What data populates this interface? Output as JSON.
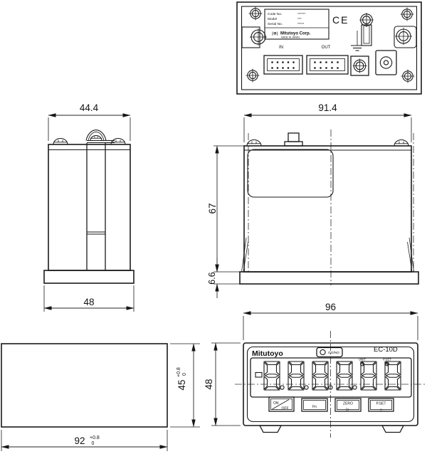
{
  "colors": {
    "background": "#ffffff",
    "line": "#1a1a1a",
    "dim_line": "#262626"
  },
  "back_view": {
    "label_plate": {
      "rows": [
        {
          "name": "Code No.",
          "value": "******"
        },
        {
          "name": "Model",
          "value": "***"
        },
        {
          "name": "Serial No.",
          "value": "*****"
        }
      ],
      "logo_glyph": "|⊕|",
      "brand": "Mitutoyo Corp.",
      "origin": "MADE IN JAPAN"
    },
    "ce_mark": "CE",
    "in_label": "IN",
    "out_label": "OUT"
  },
  "side_view": {
    "dim_body_height": "44.4",
    "dim_bezel_height": "48"
  },
  "top_view": {
    "dim_body_width": "91.4",
    "dim_body_depth": "67",
    "dim_bezel_depth": "6.6"
  },
  "front_view": {
    "dim_width": "96",
    "dim_height": "48",
    "brand": "Mitutoyo",
    "model": "EC-10D",
    "go_ng_label": "GO/NG",
    "unit_label": "UNIT",
    "pset_label": "P.SET",
    "display": {
      "value": "888888",
      "decimal_points": 4,
      "minus_indicator": true
    },
    "buttons": {
      "power_on": "ON",
      "power_off": "OFF",
      "fn": "Fn",
      "zero": "ZERO",
      "zero_glyph": "▷",
      "pset": "P.SET",
      "pset_glyph": "△"
    }
  },
  "cutout_view": {
    "dim_width": "92",
    "dim_width_tol_upper": "+0.8",
    "dim_width_tol_lower": "0",
    "dim_height": "45",
    "dim_height_tol_upper": "+0.8",
    "dim_height_tol_lower": "0"
  }
}
